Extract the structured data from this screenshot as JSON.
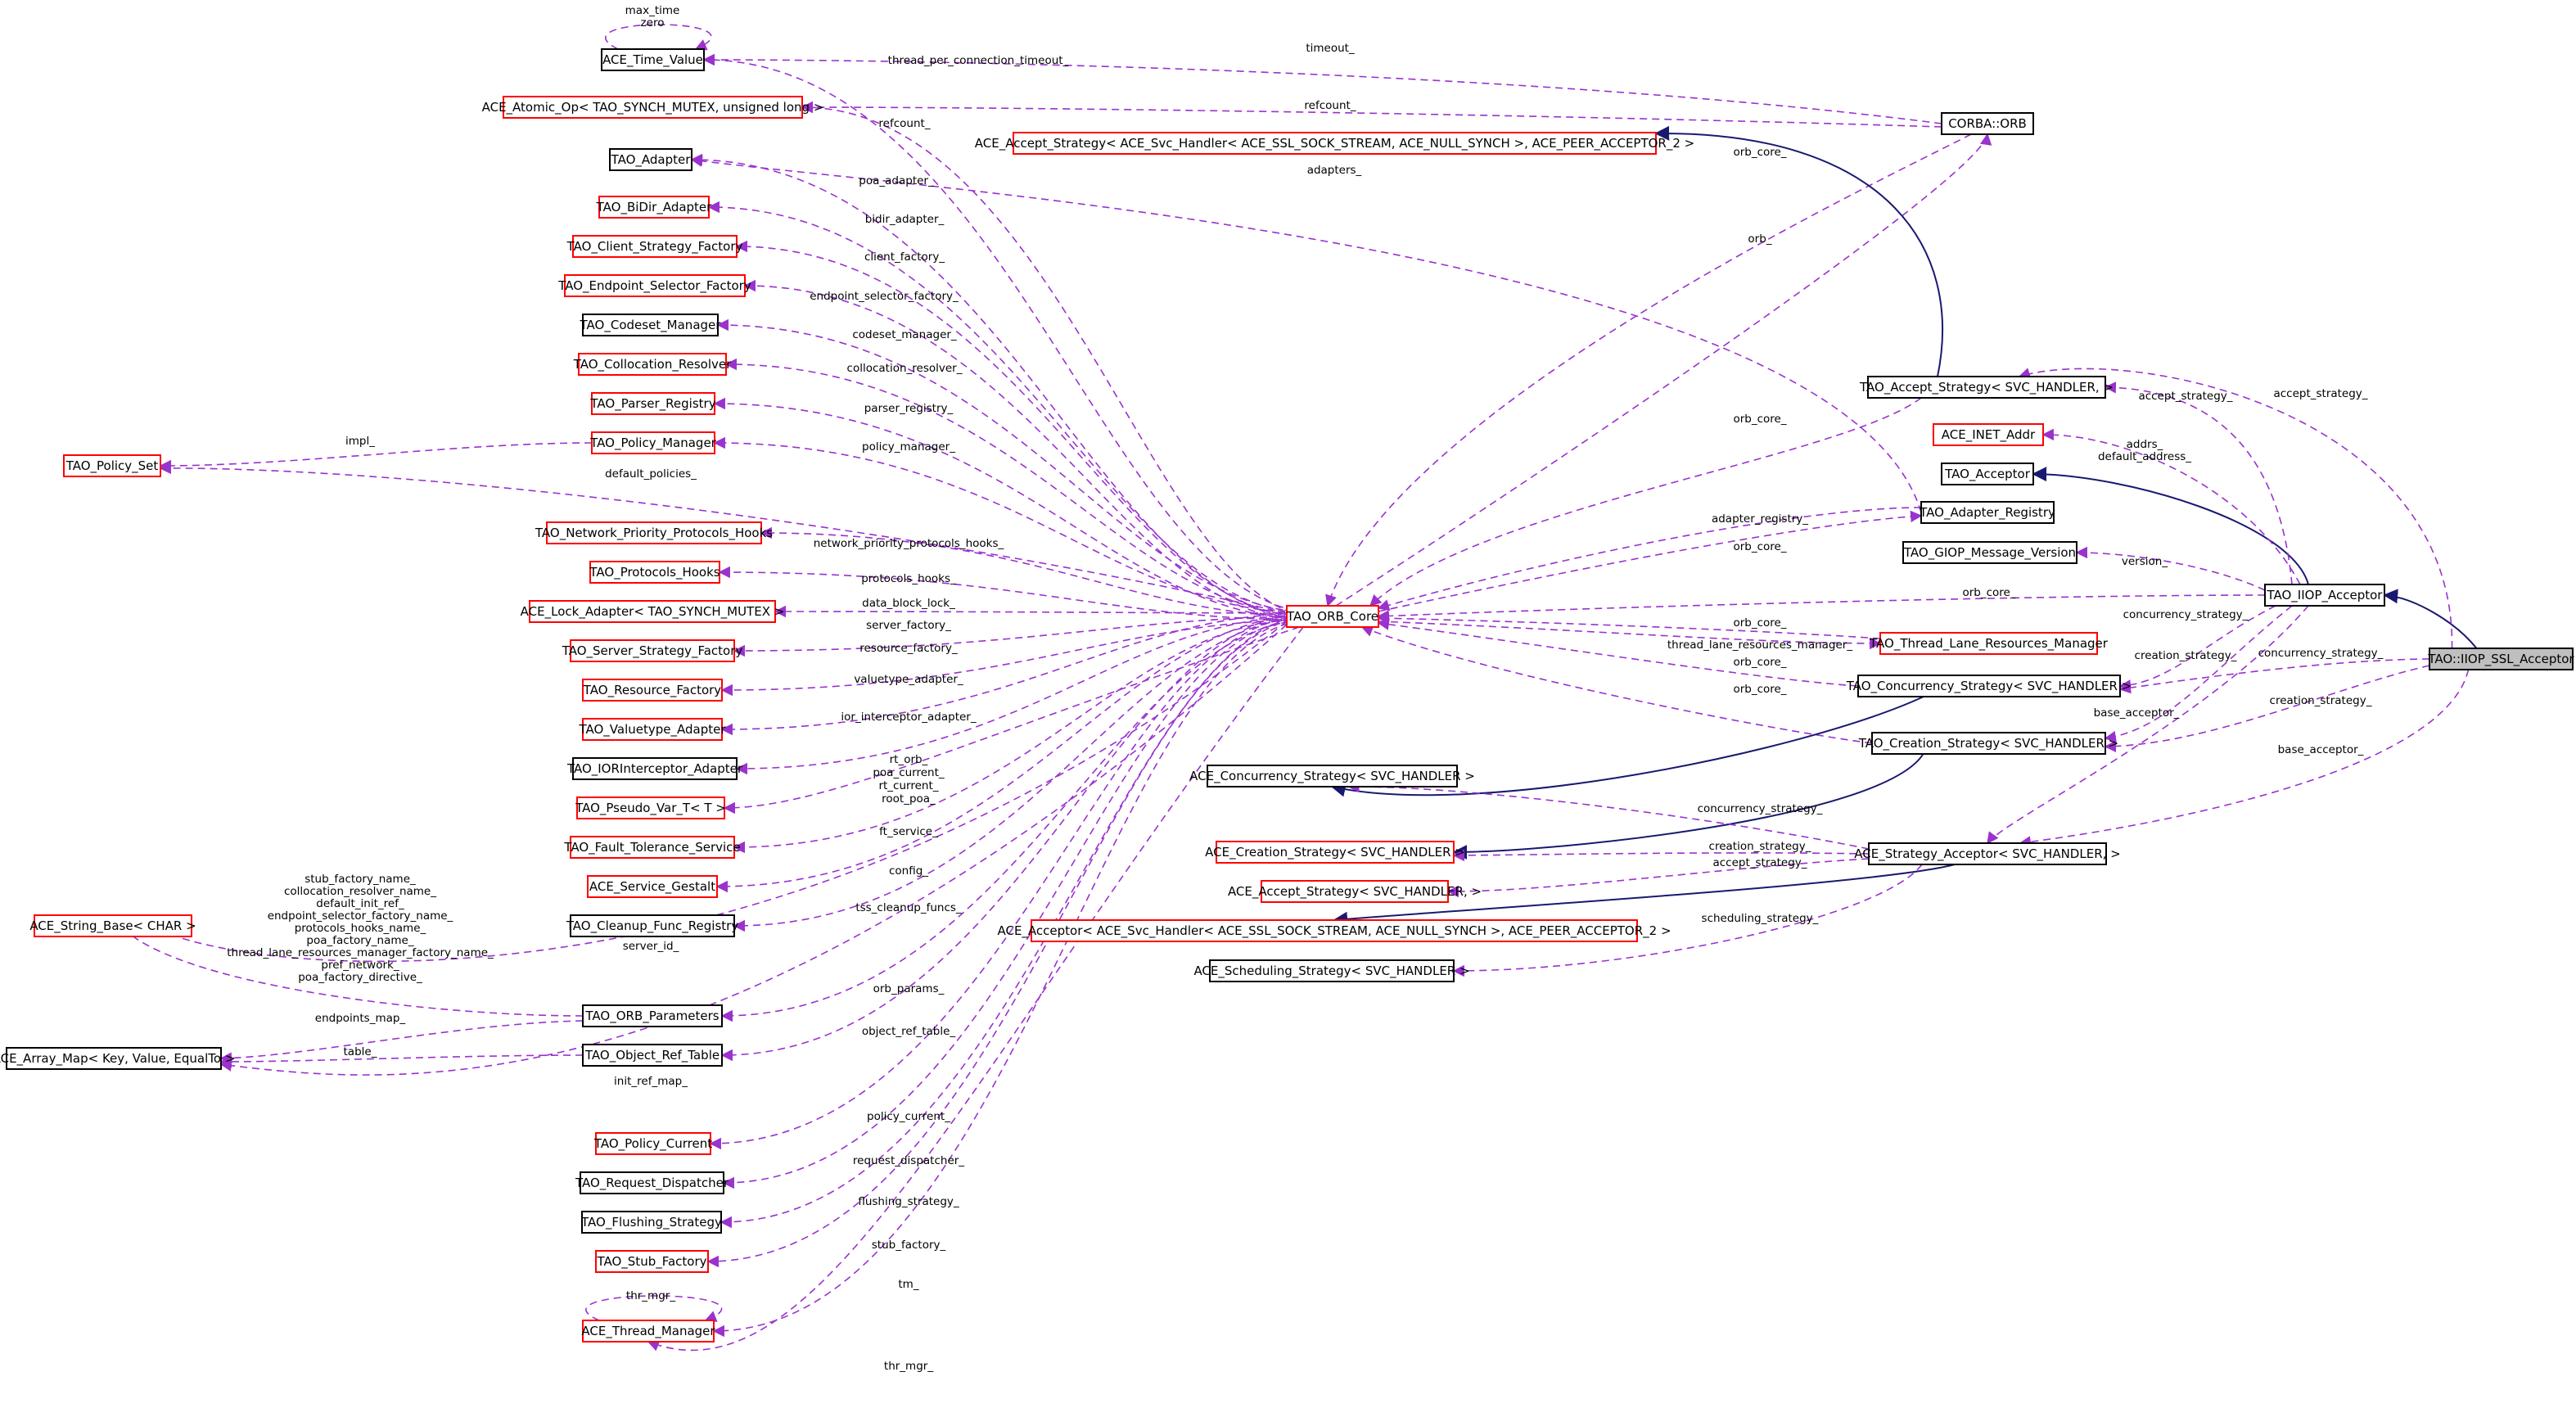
{
  "colors": {
    "usage_edge": "#9a32cd",
    "inherit_edge": "#191970",
    "documented_border": "#000000",
    "undocumented_border": "#ff0000",
    "highlight_fill": "#bfbfbf"
  },
  "nodes": {
    "time_value": {
      "label": "ACE_Time_Value"
    },
    "atomic_op": {
      "label": "ACE_Atomic_Op< TAO_SYNCH_MUTEX, unsigned long >"
    },
    "adapter": {
      "label": "TAO_Adapter"
    },
    "bidir_adapter": {
      "label": "TAO_BiDir_Adapter"
    },
    "client_strategy_factory": {
      "label": "TAO_Client_Strategy_Factory"
    },
    "endpoint_selector_factory": {
      "label": "TAO_Endpoint_Selector_Factory"
    },
    "codeset_manager": {
      "label": "TAO_Codeset_Manager"
    },
    "collocation_resolver": {
      "label": "TAO_Collocation_Resolver"
    },
    "parser_registry": {
      "label": "TAO_Parser_Registry"
    },
    "policy_manager": {
      "label": "TAO_Policy_Manager"
    },
    "policy_set": {
      "label": "TAO_Policy_Set"
    },
    "network_priority_hooks": {
      "label": "TAO_Network_Priority_Protocols_Hooks"
    },
    "protocols_hooks": {
      "label": "TAO_Protocols_Hooks"
    },
    "lock_adapter": {
      "label": "ACE_Lock_Adapter< TAO_SYNCH_MUTEX >"
    },
    "server_strategy_factory": {
      "label": "TAO_Server_Strategy_Factory"
    },
    "resource_factory": {
      "label": "TAO_Resource_Factory"
    },
    "valuetype_adapter": {
      "label": "TAO_Valuetype_Adapter"
    },
    "iorinterceptor_adapter": {
      "label": "TAO_IORInterceptor_Adapter"
    },
    "pseudo_var": {
      "label": "TAO_Pseudo_Var_T< T >"
    },
    "fault_tolerance_service": {
      "label": "TAO_Fault_Tolerance_Service"
    },
    "service_gestalt": {
      "label": "ACE_Service_Gestalt"
    },
    "cleanup_func_registry": {
      "label": "TAO_Cleanup_Func_Registry"
    },
    "string_base": {
      "label": "ACE_String_Base< CHAR >"
    },
    "orb_parameters": {
      "label": "TAO_ORB_Parameters"
    },
    "array_map": {
      "label": "ACE_Array_Map< Key, Value, EqualTo >"
    },
    "object_ref_table": {
      "label": "TAO_Object_Ref_Table"
    },
    "policy_current": {
      "label": "TAO_Policy_Current"
    },
    "request_dispatcher": {
      "label": "TAO_Request_Dispatcher"
    },
    "flushing_strategy": {
      "label": "TAO_Flushing_Strategy"
    },
    "stub_factory": {
      "label": "TAO_Stub_Factory"
    },
    "thread_manager": {
      "label": "ACE_Thread_Manager"
    },
    "orb_core": {
      "label": "TAO_ORB_Core"
    },
    "accept_strategy_ssl": {
      "label": "ACE_Accept_Strategy< ACE_Svc_Handler< ACE_SSL_SOCK_STREAM, ACE_NULL_SYNCH >, ACE_PEER_ACCEPTOR_2 >"
    },
    "corba_orb": {
      "label": "CORBA::ORB"
    },
    "tao_accept_strategy": {
      "label": "TAO_Accept_Strategy< SVC_HANDLER, >"
    },
    "inet_addr": {
      "label": "ACE_INET_Addr"
    },
    "tao_acceptor": {
      "label": "TAO_Acceptor"
    },
    "adapter_registry": {
      "label": "TAO_Adapter_Registry"
    },
    "giop_message_version": {
      "label": "TAO_GIOP_Message_Version"
    },
    "iiop_acceptor": {
      "label": "TAO_IIOP_Acceptor"
    },
    "thread_lane_resources_manager": {
      "label": "TAO_Thread_Lane_Resources_Manager"
    },
    "tao_concurrency_strategy": {
      "label": "TAO_Concurrency_Strategy< SVC_HANDLER >"
    },
    "iiop_ssl_acceptor": {
      "label": "TAO::IIOP_SSL_Acceptor"
    },
    "tao_creation_strategy": {
      "label": "TAO_Creation_Strategy< SVC_HANDLER >"
    },
    "ace_concurrency_strategy": {
      "label": "ACE_Concurrency_Strategy< SVC_HANDLER >"
    },
    "ace_creation_strategy": {
      "label": "ACE_Creation_Strategy< SVC_HANDLER >"
    },
    "strategy_acceptor": {
      "label": "ACE_Strategy_Acceptor< SVC_HANDLER, >"
    },
    "ace_accept_strategy": {
      "label": "ACE_Accept_Strategy< SVC_HANDLER, >"
    },
    "ace_acceptor_ssl": {
      "label": "ACE_Acceptor< ACE_Svc_Handler< ACE_SSL_SOCK_STREAM, ACE_NULL_SYNCH >, ACE_PEER_ACCEPTOR_2 >"
    },
    "scheduling_strategy": {
      "label": "ACE_Scheduling_Strategy< SVC_HANDLER >"
    }
  },
  "edge_labels": {
    "max_time": "max_time",
    "zero": "zero",
    "timeout": "timeout_",
    "thread_per_connection_timeout": "thread_per_connection_timeout_",
    "refcount_orb": "refcount_",
    "refcount_core": "refcount_",
    "adapters": "adapters_",
    "poa_adapter": "poa_adapter_",
    "bidir_adapter": "bidir_adapter_",
    "client_factory": "client_factory_",
    "endpoint_selector_factory": "endpoint_selector_factory_",
    "codeset_manager": "codeset_manager_",
    "collocation_resolver": "collocation_resolver_",
    "parser_registry": "parser_registry_",
    "policy_manager": "policy_manager_",
    "impl": "impl_",
    "default_policies": "default_policies_",
    "network_priority_protocols_hooks": "network_priority_protocols_hooks_",
    "protocols_hooks": "protocols_hooks_",
    "data_block_lock": "data_block_lock_",
    "server_factory": "server_factory_",
    "resource_factory": "resource_factory_",
    "valuetype_adapter": "valuetype_adapter_",
    "ior_interceptor_adapter": "ior_interceptor_adapter_",
    "rt_orb": "rt_orb_",
    "poa_current": "poa_current_",
    "rt_current": "rt_current_",
    "root_poa": "root_poa_",
    "ft_service": "ft_service_",
    "config": "config_",
    "tss_cleanup_funcs": "tss_cleanup_funcs_",
    "server_id": "server_id_",
    "orb_params": "orb_params_",
    "object_ref_table": "object_ref_table_",
    "init_ref_map": "init_ref_map_",
    "policy_current": "policy_current_",
    "request_dispatcher": "request_dispatcher_",
    "flushing_strategy": "flushing_strategy_",
    "stub_factory": "stub_factory_",
    "tm": "tm_",
    "thr_mgr_self": "thr_mgr_",
    "thr_mgr_core": "thr_mgr_",
    "string_base_members": [
      "stub_factory_name_",
      "collocation_resolver_name_",
      "default_init_ref_",
      "endpoint_selector_factory_name_",
      "protocols_hooks_name_",
      "poa_factory_name_",
      "thread_lane_resources_manager_factory_name_",
      "pref_network_",
      "poa_factory_directive_"
    ],
    "endpoints_map": "endpoints_map_",
    "table": "table_",
    "orb_core_orb": "orb_core_",
    "orb": "orb_",
    "orb_core_accept": "orb_core_",
    "adapter_registry": "adapter_registry_",
    "orb_core_adapter_registry": "orb_core_",
    "orb_core_iiop": "orb_core_",
    "orb_core_tlrm": "orb_core_",
    "thread_lane_resources_manager": "thread_lane_resources_manager_",
    "orb_core_concurrency": "orb_core_",
    "orb_core_creation": "orb_core_",
    "accept_strategy_iiop": "accept_strategy_",
    "accept_strategy_ssl": "accept_strategy_",
    "addrs": "addrs_",
    "default_address": "default_address_",
    "version": "version_",
    "concurrency_strategy_iiop": "concurrency_strategy_",
    "creation_strategy_iiop": "creation_strategy_",
    "concurrency_strategy_ssl": "concurrency_strategy_",
    "creation_strategy_ssl": "creation_strategy_",
    "base_acceptor_iiop": "base_acceptor_",
    "base_acceptor_ssl": "base_acceptor_",
    "concurrency_strategy_sa": "concurrency_strategy_",
    "creation_strategy_sa": "creation_strategy_",
    "accept_strategy_sa": "accept_strategy_",
    "scheduling_strategy": "scheduling_strategy_"
  }
}
